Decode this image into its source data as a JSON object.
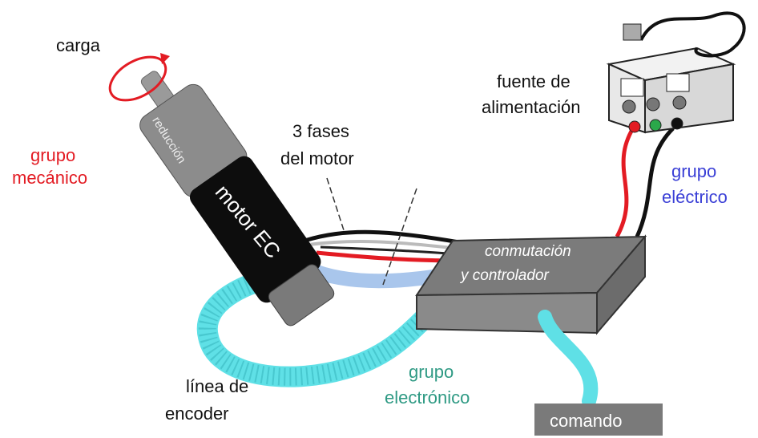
{
  "labels": {
    "carga": "carga",
    "grupo_mecanico_1": "grupo",
    "grupo_mecanico_2": "mecánico",
    "reduccion": "reducción",
    "motor_ec": "motor EC",
    "fases_1": "3 fases",
    "fases_2": "del motor",
    "fuente_1": "fuente de",
    "fuente_2": "alimentación",
    "grupo_electrico_1": "grupo",
    "grupo_electrico_2": "eléctrico",
    "conmutacion_1": "conmutación",
    "conmutacion_2": "y controlador",
    "linea_1": "línea de",
    "linea_2": "encoder",
    "grupo_electronico_1": "grupo",
    "grupo_electronico_2": "electrónico",
    "comando": "comando"
  },
  "colors": {
    "red_label": "#e31b23",
    "blue_label": "#3a3fd6",
    "teal_label": "#2f9a84",
    "encoder_cable": "#5fe0e6",
    "controller_box": "#8a8a8a",
    "motor_body": "#0d0d0d",
    "gearbox": "#8c8c8c"
  }
}
